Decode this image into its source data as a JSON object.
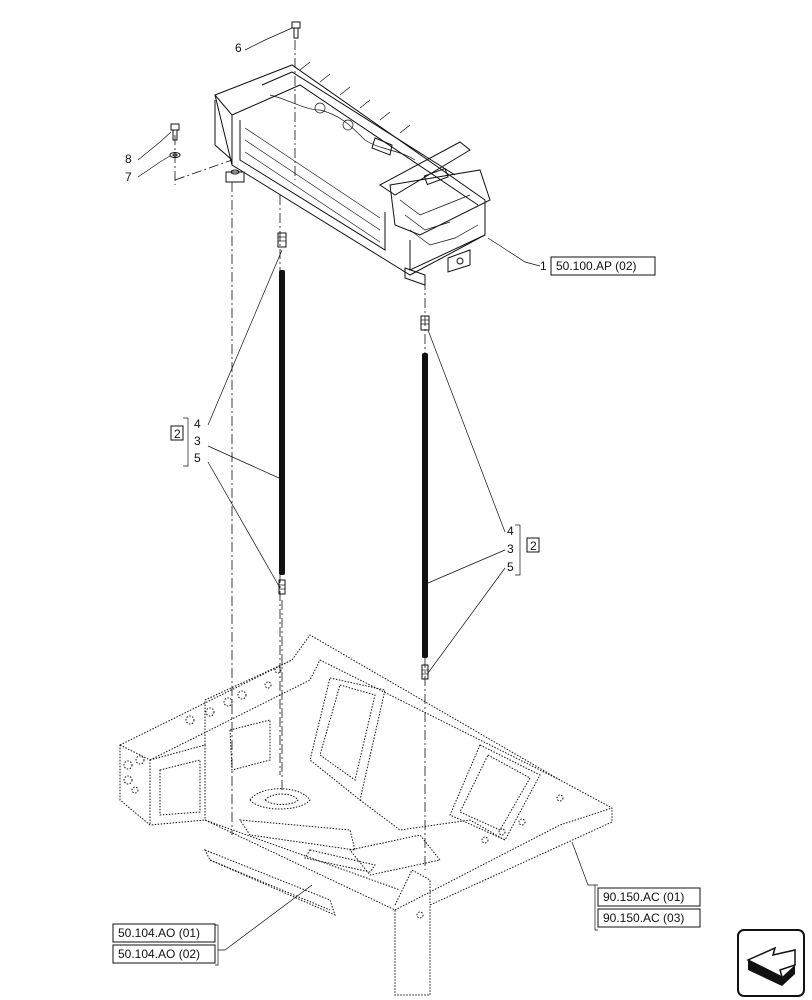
{
  "callouts": {
    "c6": "6",
    "c8": "8",
    "c7": "7",
    "c1": "1",
    "left_group": {
      "badge": "2",
      "n4": "4",
      "n3": "3",
      "n5": "5"
    },
    "right_group": {
      "badge": "2",
      "n4": "4",
      "n3": "3",
      "n5": "5"
    }
  },
  "references": {
    "unit": "50.100.AP (02)",
    "frame_a": "90.150.AC (01)",
    "frame_b": "90.150.AC (03)",
    "floor_a": "50.104.AO (01)",
    "floor_b": "50.104.AO (02)"
  },
  "icons": {
    "nav": "next-page-arrow-icon"
  }
}
